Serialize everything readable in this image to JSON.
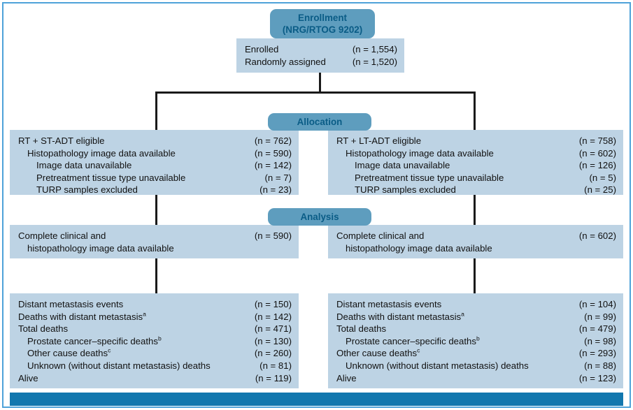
{
  "figure": {
    "accent_blue": "#1277AE",
    "frame_blue": "#4EA2D9",
    "panel_blue": "#BDD3E4",
    "pill_blue": "#5E9DBE",
    "pill_text_blue": "#0A5C86"
  },
  "stages": {
    "enrollment": {
      "line1": "Enrollment",
      "line2": "(NRG/RTOG 9202)"
    },
    "allocation": {
      "line1": "Allocation"
    },
    "analysis": {
      "line1": "Analysis"
    }
  },
  "enrollment_box": {
    "rows": [
      {
        "label": "Enrolled",
        "n": "(n = 1,554)",
        "indent": 0
      },
      {
        "label": "Randomly assigned",
        "n": "(n = 1,520)",
        "indent": 0
      }
    ]
  },
  "allocation": {
    "left": {
      "rows": [
        {
          "label": "RT + ST-ADT eligible",
          "n": "(n = 762)",
          "indent": 0
        },
        {
          "label": "Histopathology image data available",
          "n": "(n = 590)",
          "indent": 1
        },
        {
          "label": "Image data unavailable",
          "n": "(n = 142)",
          "indent": 2
        },
        {
          "label": "Pretreatment tissue type unavailable",
          "n": "(n = 7)",
          "indent": 2
        },
        {
          "label": "TURP samples excluded",
          "n": "(n = 23)",
          "indent": 2
        }
      ]
    },
    "right": {
      "rows": [
        {
          "label": "RT + LT-ADT eligible",
          "n": "(n = 758)",
          "indent": 0
        },
        {
          "label": "Histopathology image data available",
          "n": "(n = 602)",
          "indent": 1
        },
        {
          "label": "Image data unavailable",
          "n": "(n = 126)",
          "indent": 2
        },
        {
          "label": "Pretreatment tissue type unavailable",
          "n": "(n = 5)",
          "indent": 2
        },
        {
          "label": "TURP samples excluded",
          "n": "(n = 25)",
          "indent": 2
        }
      ]
    }
  },
  "analysis": {
    "left": {
      "rows": [
        {
          "label": "Complete clinical and",
          "n": "(n = 590)",
          "indent": 0
        },
        {
          "label": "histopathology image data available",
          "n": "",
          "indent": 1
        }
      ]
    },
    "right": {
      "rows": [
        {
          "label": "Complete clinical and",
          "n": "(n = 602)",
          "indent": 0
        },
        {
          "label": "histopathology image data available",
          "n": "",
          "indent": 1
        }
      ]
    }
  },
  "outcomes": {
    "left": {
      "rows": [
        {
          "label": "Distant metastasis events",
          "sup": "",
          "n": "(n = 150)",
          "indent": 0
        },
        {
          "label": "Deaths with distant metastasis",
          "sup": "a",
          "n": "(n = 142)",
          "indent": 0
        },
        {
          "label": "Total deaths",
          "sup": "",
          "n": "(n = 471)",
          "indent": 0
        },
        {
          "label": "Prostate cancer–specific deaths",
          "sup": "b",
          "n": "(n = 130)",
          "indent": 1
        },
        {
          "label": "Other cause deaths",
          "sup": "c",
          "n": "(n = 260)",
          "indent": 1
        },
        {
          "label": "Unknown (without distant metastasis) deaths",
          "sup": "",
          "n": "(n = 81)",
          "indent": 1
        },
        {
          "label": "Alive",
          "sup": "",
          "n": "(n = 119)",
          "indent": 0
        }
      ]
    },
    "right": {
      "rows": [
        {
          "label": "Distant metastasis events",
          "sup": "",
          "n": "(n = 104)",
          "indent": 0
        },
        {
          "label": "Deaths with distant metastasis",
          "sup": "a",
          "n": "(n = 99)",
          "indent": 0
        },
        {
          "label": "Total deaths",
          "sup": "",
          "n": "(n = 479)",
          "indent": 0
        },
        {
          "label": "Prostate cancer–specific deaths",
          "sup": "b",
          "n": "(n = 98)",
          "indent": 1
        },
        {
          "label": "Other cause deaths",
          "sup": "c",
          "n": "(n = 293)",
          "indent": 0
        },
        {
          "label": "Unknown (without distant metastasis) deaths",
          "sup": "",
          "n": "(n = 88)",
          "indent": 1
        },
        {
          "label": "Alive",
          "sup": "",
          "n": "(n = 123)",
          "indent": 0
        }
      ]
    }
  }
}
